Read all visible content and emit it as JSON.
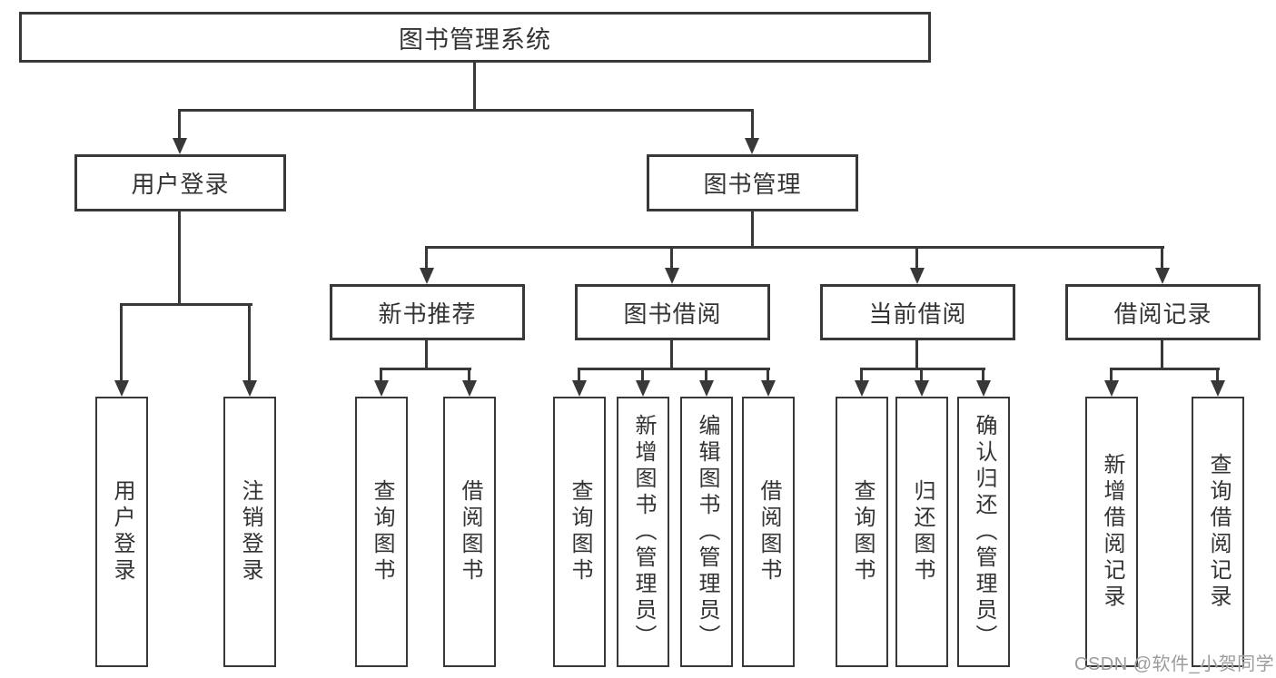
{
  "diagram": {
    "title": "图书管理系统",
    "level2": [
      {
        "label": "用户登录"
      },
      {
        "label": "图书管理"
      }
    ],
    "level3": [
      {
        "label": "新书推荐"
      },
      {
        "label": "图书借阅"
      },
      {
        "label": "当前借阅"
      },
      {
        "label": "借阅记录"
      }
    ],
    "leaves": [
      {
        "label": "用户登录",
        "parent": "用户登录"
      },
      {
        "label": "注销登录",
        "parent": "用户登录"
      },
      {
        "label": "查询图书",
        "parent": "新书推荐"
      },
      {
        "label": "借阅图书",
        "parent": "新书推荐"
      },
      {
        "label": "查询图书",
        "parent": "图书借阅"
      },
      {
        "label": "新增图书（管理员）",
        "parent": "图书借阅"
      },
      {
        "label": "编辑图书（管理员）",
        "parent": "图书借阅"
      },
      {
        "label": "借阅图书",
        "parent": "图书借阅"
      },
      {
        "label": "查询图书",
        "parent": "当前借阅"
      },
      {
        "label": "归还图书",
        "parent": "当前借阅"
      },
      {
        "label": "确认归还（管理员）",
        "parent": "当前借阅"
      },
      {
        "label": "新增借阅记录",
        "parent": "借阅记录"
      },
      {
        "label": "查询借阅记录",
        "parent": "借阅记录"
      }
    ]
  },
  "watermark": "CSDN @软件_小贺同学",
  "colors": {
    "line": "#383838",
    "text": "#333333",
    "watermark": "#9c9c9c",
    "background": "#ffffff"
  }
}
